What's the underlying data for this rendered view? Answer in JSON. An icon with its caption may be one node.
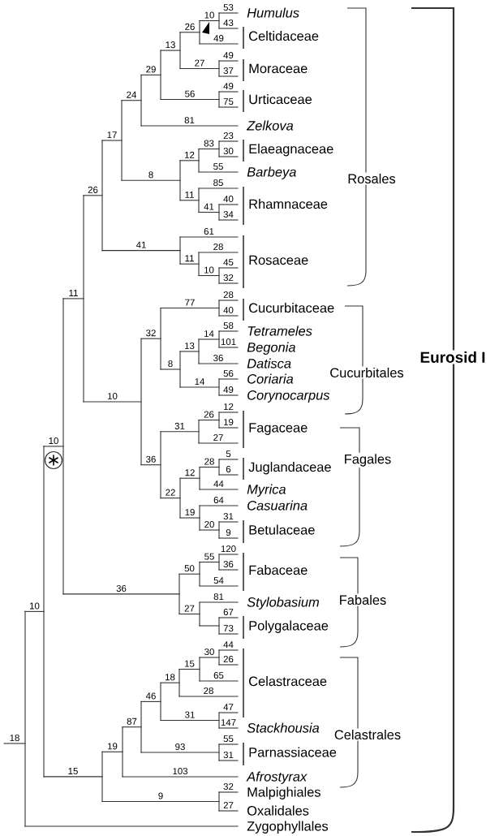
{
  "diagram": {
    "labels": [
      "18",
      "10",
      "10",
      "11",
      "26",
      "17",
      "24",
      "29",
      "13",
      "26",
      "10",
      "53",
      "43",
      "49",
      "27",
      "49",
      "37",
      "56",
      "49",
      "75",
      "81",
      "8",
      "12",
      "83",
      "23",
      "30",
      "55",
      "11",
      "85",
      "41",
      "40",
      "34",
      "41",
      "61",
      "11",
      "28",
      "10",
      "45",
      "32",
      "10",
      "32",
      "77",
      "28",
      "40",
      "8",
      "13",
      "14",
      "58",
      "101",
      "36",
      "14",
      "56",
      "49",
      "36",
      "31",
      "26",
      "12",
      "19",
      "27",
      "22",
      "12",
      "28",
      "5",
      "6",
      "44",
      "19",
      "64",
      "20",
      "31",
      "9",
      "36",
      "50",
      "55",
      "120",
      "36",
      "54",
      "27",
      "81",
      "67",
      "73",
      "15",
      "19",
      "87",
      "46",
      "18",
      "15",
      "30",
      "44",
      "26",
      "65",
      "28",
      "31",
      "47",
      "147",
      "93",
      "55",
      "31",
      "103",
      "9",
      "32",
      "27",
      "Humulus",
      "Celtidaceae",
      "Moraceae",
      "Urticaceae",
      "Zelkova",
      "Elaeagnaceae",
      "Barbeya",
      "Rhamnaceae",
      "Rosaceae",
      "Cucurbitaceae",
      "Tetrameles",
      "Begonia",
      "Datisca",
      "Coriaria",
      "Corynocarpus",
      "Fagaceae",
      "Juglandaceae",
      "Myrica",
      "Casuarina",
      "Betulaceae",
      "Fabaceae",
      "Stylobasium",
      "Polygalaceae",
      "Celastraceae",
      "Stackhousia",
      "Parnassiaceae",
      "Afrostyrax",
      "Malpighiales",
      "Oxalidales",
      "Zygophyllales",
      "Rosales",
      "Cucurbitales",
      "Fagales",
      "Fabales",
      "Celastrales",
      "Eurosid I"
    ]
  }
}
